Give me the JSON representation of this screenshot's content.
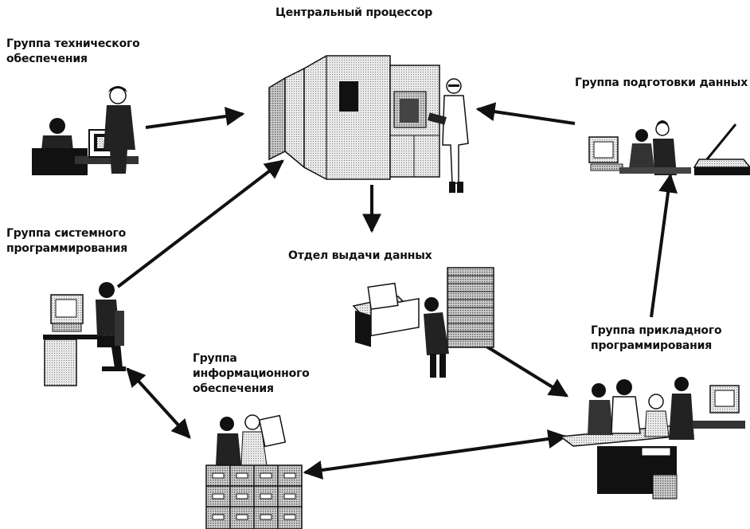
{
  "diagram": {
    "title": "Центральный процессор",
    "nodes": [
      {
        "id": "cpu",
        "lines": [
          "Центральный процессор"
        ],
        "icon": "mainframe-computer-icon"
      },
      {
        "id": "tech",
        "lines": [
          "Группа технического",
          "обеспечения"
        ],
        "icon": "technicians-icon"
      },
      {
        "id": "prep",
        "lines": [
          "Группа подготовки данных"
        ],
        "icon": "data-entry-workstation-icon"
      },
      {
        "id": "sys",
        "lines": [
          "Группа системного",
          "программирования"
        ],
        "icon": "programmer-workstation-icon"
      },
      {
        "id": "output",
        "lines": [
          "Отдел выдачи данных"
        ],
        "icon": "printer-and-paper-stack-icon"
      },
      {
        "id": "info",
        "lines": [
          "Группа",
          "информационного",
          "обеспечения"
        ],
        "icon": "file-cabinets-icon"
      },
      {
        "id": "app",
        "lines": [
          "Группа прикладного",
          "программирования"
        ],
        "icon": "programmers-team-icon"
      }
    ],
    "edges": [
      {
        "from": "tech",
        "to": "cpu",
        "direction": "one-way"
      },
      {
        "from": "sys",
        "to": "cpu",
        "direction": "one-way"
      },
      {
        "from": "prep",
        "to": "cpu",
        "direction": "one-way"
      },
      {
        "from": "cpu",
        "to": "output",
        "direction": "one-way"
      },
      {
        "from": "output",
        "to": "app",
        "direction": "one-way"
      },
      {
        "from": "app",
        "to": "prep",
        "direction": "one-way"
      },
      {
        "from": "sys",
        "to": "info",
        "direction": "two-way"
      },
      {
        "from": "info",
        "to": "app",
        "direction": "two-way"
      }
    ],
    "colors": {
      "ink": "#111111",
      "paper": "#ffffff",
      "shade": "#bdbdbd"
    }
  }
}
